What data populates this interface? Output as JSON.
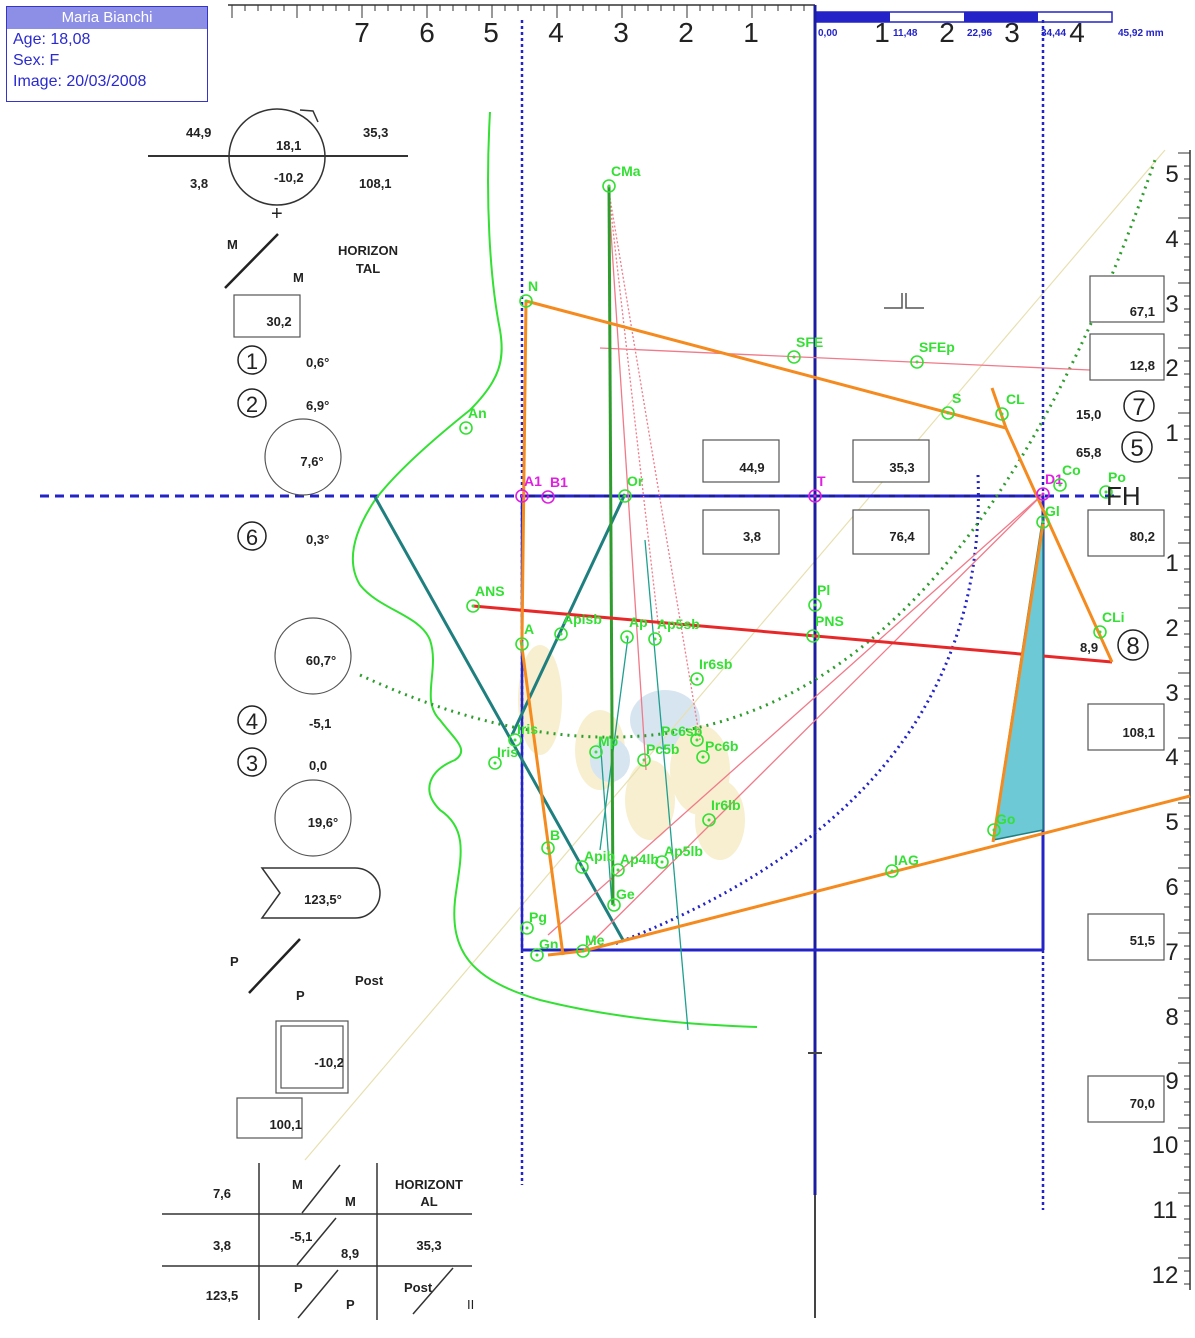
{
  "patient": {
    "name": "Maria Bianchi",
    "age": "Age: 18,08",
    "sex": "Sex: F",
    "image": "Image: 20/03/2008"
  },
  "ruler": {
    "top_numbers": [
      "7",
      "6",
      "5",
      "4",
      "3",
      "2",
      "1"
    ],
    "top_right_numbers": [
      "1",
      "2",
      "3",
      "4"
    ],
    "scale_labels": [
      "0,00",
      "11,48",
      "22,96",
      "34,44",
      "45,92 mm"
    ],
    "right_upper": [
      "5",
      "4",
      "3",
      "2",
      "1"
    ],
    "right_lower": [
      "1",
      "2",
      "3",
      "4",
      "5",
      "6",
      "7",
      "8",
      "9",
      "10",
      "11",
      "12"
    ]
  },
  "circle_top": {
    "top_left": "44,9",
    "center_top": "18,1",
    "top_right": "35,3",
    "bottom_left": "3,8",
    "center_bottom": "-10,2",
    "bottom_right": "108,1",
    "plus": "+"
  },
  "left_panel": {
    "m_top": "M",
    "m_bottom": "M",
    "horizontal": [
      "HORIZON",
      "TAL"
    ],
    "box_30": "30,2",
    "n1_label": "1",
    "n1_value": "0,6°",
    "n2_label": "2",
    "n2_value": "6,9°",
    "circle_76": "7,6°",
    "n6_label": "6",
    "n6_value": "0,3°",
    "circle_607": "60,7°",
    "n4_label": "4",
    "n4_value": "-5,1",
    "n3_label": "3",
    "n3_value": "0,0",
    "circle_196": "19,6°",
    "arrow_1235": "123,5°",
    "p_top": "P",
    "p_bottom": "P",
    "post": "Post",
    "box_102": "-10,2",
    "box_1001": "100,1"
  },
  "table_bottom": {
    "r1": [
      "7,6",
      "M",
      "M",
      "HORIZONT",
      "AL"
    ],
    "r2": [
      "3,8",
      "-5,1",
      "8,9",
      "35,3"
    ],
    "r3": [
      "123,5",
      "P",
      "P",
      "Post",
      "II"
    ]
  },
  "boxes": {
    "b449": "44,9",
    "b353": "35,3",
    "b38": "3,8",
    "b764": "76,4",
    "r671": "67,1",
    "r128": "12,8",
    "r802": "80,2",
    "r1081": "108,1",
    "r515": "51,5",
    "r700": "70,0"
  },
  "right_labels": {
    "v150": "15,0",
    "n7": "7",
    "v658": "65,8",
    "n5": "5",
    "v89": "8,9",
    "n8": "8",
    "fh": "FH"
  },
  "points": [
    {
      "label": "CMa"
    },
    {
      "label": "N"
    },
    {
      "label": "SFE"
    },
    {
      "label": "SFEp"
    },
    {
      "label": "S"
    },
    {
      "label": "CL"
    },
    {
      "label": "An"
    },
    {
      "label": "A1"
    },
    {
      "label": "B1"
    },
    {
      "label": "Or"
    },
    {
      "label": "T"
    },
    {
      "label": "D1"
    },
    {
      "label": "Co"
    },
    {
      "label": "Po"
    },
    {
      "label": "Pl"
    },
    {
      "label": "ANS"
    },
    {
      "label": "PNS"
    },
    {
      "label": "CLi"
    },
    {
      "label": "A"
    },
    {
      "label": "Apisb"
    },
    {
      "label": "Ap"
    },
    {
      "label": "Ap5sb"
    },
    {
      "label": "Ir6sb"
    },
    {
      "label": "Iris"
    },
    {
      "label": "Iris"
    },
    {
      "label": "Mp"
    },
    {
      "label": "Pc5b"
    },
    {
      "label": "Pc6b"
    },
    {
      "label": "Pc6sb"
    },
    {
      "label": "Ir6lb"
    },
    {
      "label": "B"
    },
    {
      "label": "Apib"
    },
    {
      "label": "Ap4lb"
    },
    {
      "label": "Ap5lb"
    },
    {
      "label": "Ge"
    },
    {
      "label": "Pg"
    },
    {
      "label": "Gn"
    },
    {
      "label": "Me"
    },
    {
      "label": "IAG"
    },
    {
      "label": "Go"
    },
    {
      "label": "Gl"
    }
  ],
  "colors": {
    "blue": "#2323c8",
    "dark_blue": "#1c1ca0",
    "green": "#33e033",
    "orange": "#f58a1e",
    "red": "#e82828",
    "teal": "#1f7f7f",
    "magenta": "#e020e0",
    "cyan_fill": "#6ec9d6",
    "pink": "#f07a8a",
    "dark_green": "#2e9d2e"
  }
}
